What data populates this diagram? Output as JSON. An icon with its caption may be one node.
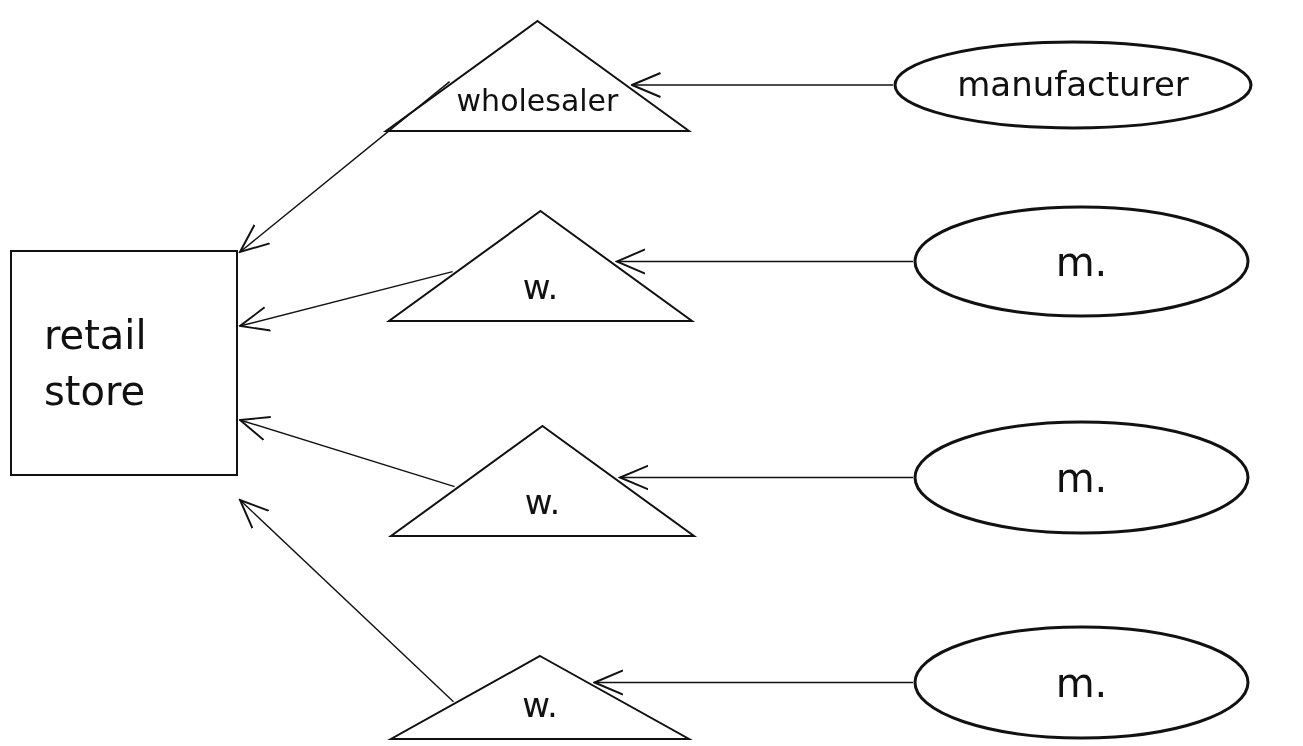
{
  "diagram": {
    "nodes": [
      {
        "text": [
          "wholesaler"
        ]
      },
      {
        "text": [
          "manufacturer"
        ]
      },
      {
        "text": [
          "retail store"
        ]
      },
      {
        "text": [
          "w."
        ]
      },
      {
        "text": [
          "m."
        ]
      },
      {
        "text": [
          "w."
        ]
      },
      {
        "text": [
          "m."
        ]
      },
      {
        "text": [
          "w."
        ]
      },
      {
        "text": [
          "m."
        ]
      }
    ],
    "edges": [
      {
        "from": 1,
        "to": 0,
        "arrow": "to"
      },
      {
        "from": 0,
        "to": 2,
        "arrow": "to"
      },
      {
        "from": 4,
        "to": 3,
        "arrow": "to"
      },
      {
        "from": 3,
        "to": 2,
        "arrow": "to"
      },
      {
        "from": 6,
        "to": 5,
        "arrow": "to"
      },
      {
        "from": 5,
        "to": 2,
        "arrow": "to"
      },
      {
        "from": 8,
        "to": 7,
        "arrow": "to"
      },
      {
        "from": 7,
        "to": 2,
        "arrow": "to"
      }
    ]
  }
}
